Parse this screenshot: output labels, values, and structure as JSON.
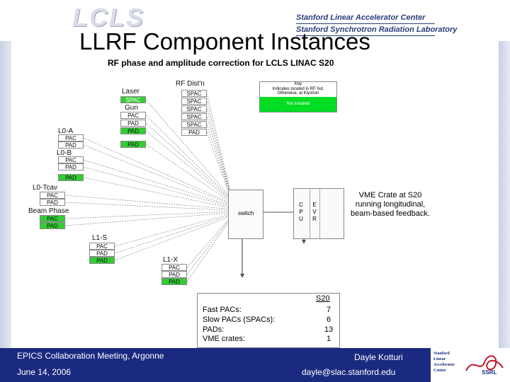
{
  "header": {
    "logo": "LCLS",
    "lab_line1": "Stanford Linear Accelerator Center",
    "lab_line2": "Stanford Synchrotron Radiation Laboratory"
  },
  "title": "LLRF Component Instances",
  "diagram": {
    "subtitle": "RF phase and amplitude correction for LCLS LINAC S20",
    "key": {
      "title": "Key",
      "white_text": "Indicates located in RF hut, Otherwise, at Klystron",
      "green_text": "Not installed"
    },
    "groups": {
      "rf_distn": {
        "label": "RF Dist'n",
        "boxes": [
          "SPAC",
          "SPAC",
          "SPAC",
          "SPAC",
          "SPAC",
          "PAD"
        ]
      },
      "laser": {
        "label": "Laser",
        "boxes": [
          "SPAC"
        ]
      },
      "gun": {
        "label": "Gun",
        "boxes": [
          "PAC",
          "PAD",
          "PAD",
          "PAD"
        ]
      },
      "l0a": {
        "label": "L0-A",
        "boxes": [
          "PAC",
          "PAD"
        ]
      },
      "l0b": {
        "label": "L0-B",
        "boxes": [
          "PAC",
          "PAD",
          "PAD"
        ]
      },
      "l0tcav": {
        "label": "L0-Tcav",
        "boxes": [
          "PAC",
          "PAD"
        ]
      },
      "beam_phase": {
        "label": "Beam Phase",
        "boxes": [
          "PAC",
          "PAD"
        ]
      },
      "l1s": {
        "label": "L1-S",
        "boxes": [
          "PAC",
          "PAD",
          "PAD"
        ]
      },
      "l1x": {
        "label": "L1-X",
        "boxes": [
          "PAC",
          "PAD",
          "PAD"
        ]
      }
    },
    "switch_label": "switch",
    "crate_cpu": [
      "C",
      "P",
      "U"
    ],
    "crate_evr": [
      "E",
      "V",
      "R"
    ],
    "crate_description": "VME Crate at S20 running longitudinal, beam-based feedback.",
    "summary": {
      "header": "S20",
      "rows": [
        {
          "label": "Fast PACs:",
          "value": "7"
        },
        {
          "label": "Slow PACs (SPACs):",
          "value": "6"
        },
        {
          "label": "PADs:",
          "value": "13"
        },
        {
          "label": "VME crates:",
          "value": "1"
        }
      ]
    }
  },
  "footer": {
    "meeting": "EPICS Collaboration Meeting, Argonne",
    "date": "June 14, 2006",
    "author": "Dayle Kotturi",
    "email": "dayle@slac.stanford.edu",
    "logo_lines": [
      "Stanford",
      "Linear",
      "Accelerator",
      "Center"
    ],
    "logo_ssrl": "SSRL"
  },
  "colors": {
    "footer_bg": "#1a2a80",
    "installed": "#ffffff",
    "not_installed": "#33cc33"
  }
}
